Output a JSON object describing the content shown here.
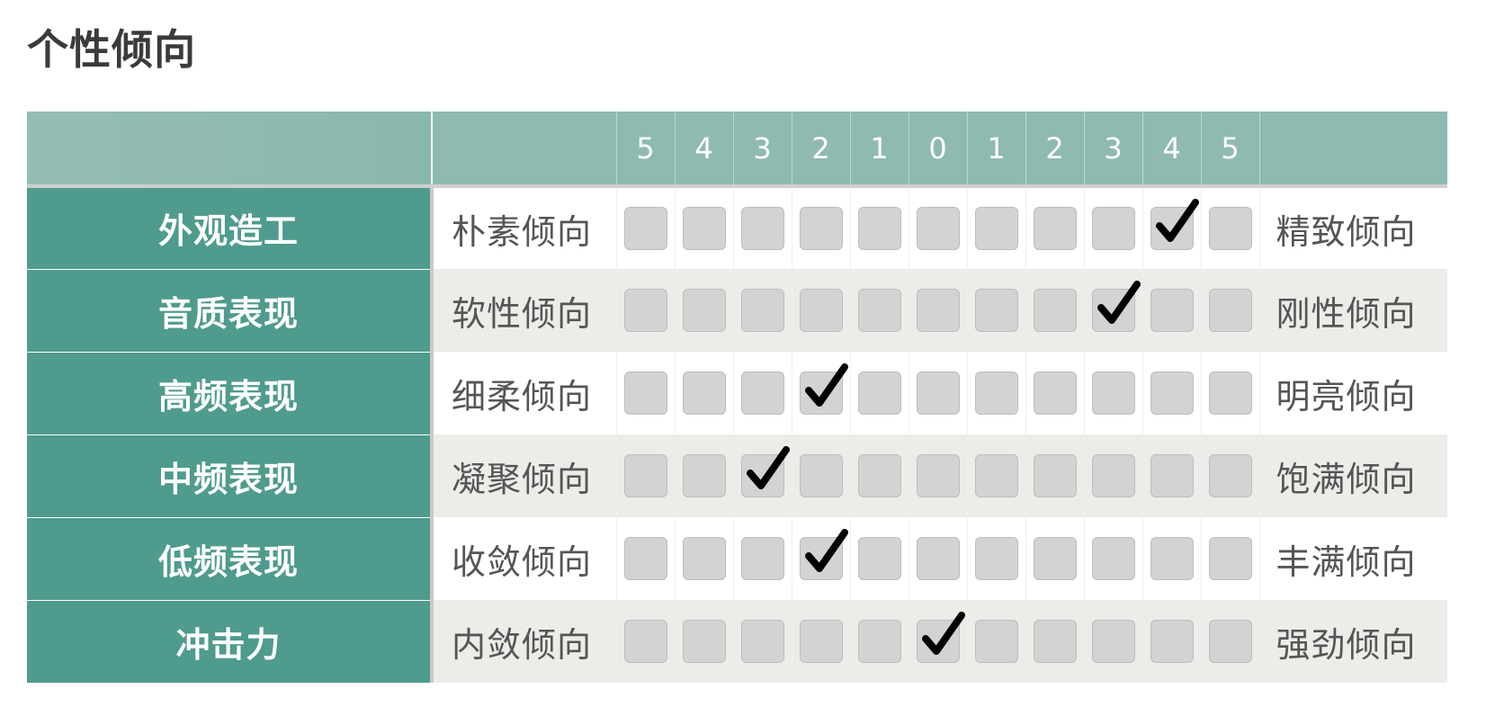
{
  "title": "个性倾向",
  "scale": [
    "5",
    "4",
    "3",
    "2",
    "1",
    "0",
    "1",
    "2",
    "3",
    "4",
    "5"
  ],
  "rows": [
    {
      "category": "外观造工",
      "left": "朴素倾向",
      "right": "精致倾向",
      "selected_index": 9
    },
    {
      "category": "音质表现",
      "left": "软性倾向",
      "right": "刚性倾向",
      "selected_index": 8
    },
    {
      "category": "高频表现",
      "left": "细柔倾向",
      "right": "明亮倾向",
      "selected_index": 3
    },
    {
      "category": "中频表现",
      "left": "凝聚倾向",
      "right": "饱满倾向",
      "selected_index": 2
    },
    {
      "category": "低频表现",
      "left": "收敛倾向",
      "right": "丰满倾向",
      "selected_index": 3
    },
    {
      "category": "冲击力",
      "left": "内敛倾向",
      "right": "强劲倾向",
      "selected_index": 5
    }
  ],
  "colors": {
    "header_bg": "#8fbab1",
    "category_bg": "#4f9b8d",
    "checkbox_bg": "#d3d3d3",
    "check_mark": "#000000"
  },
  "icons": {
    "checked": "check-mark-icon"
  }
}
